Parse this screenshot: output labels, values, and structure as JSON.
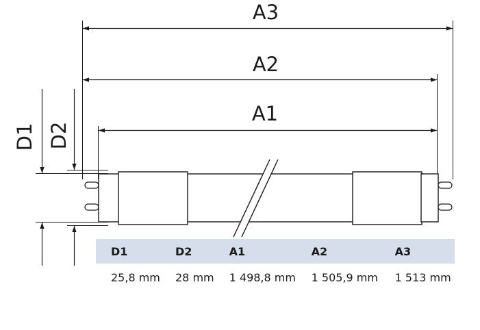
{
  "dimension_labels": {
    "a3": "A3",
    "a2": "A2",
    "a1": "A1",
    "d1": "D1",
    "d2": "D2"
  },
  "table": {
    "headers": [
      "D1",
      "D2",
      "A1",
      "A2",
      "A3"
    ],
    "values": [
      "25,8 mm",
      "28 mm",
      "1 498,8 mm",
      "1 505,9 mm",
      "1 513 mm"
    ]
  },
  "colors": {
    "line": "#1a1a1a",
    "header_bg": "#d6deeb"
  }
}
